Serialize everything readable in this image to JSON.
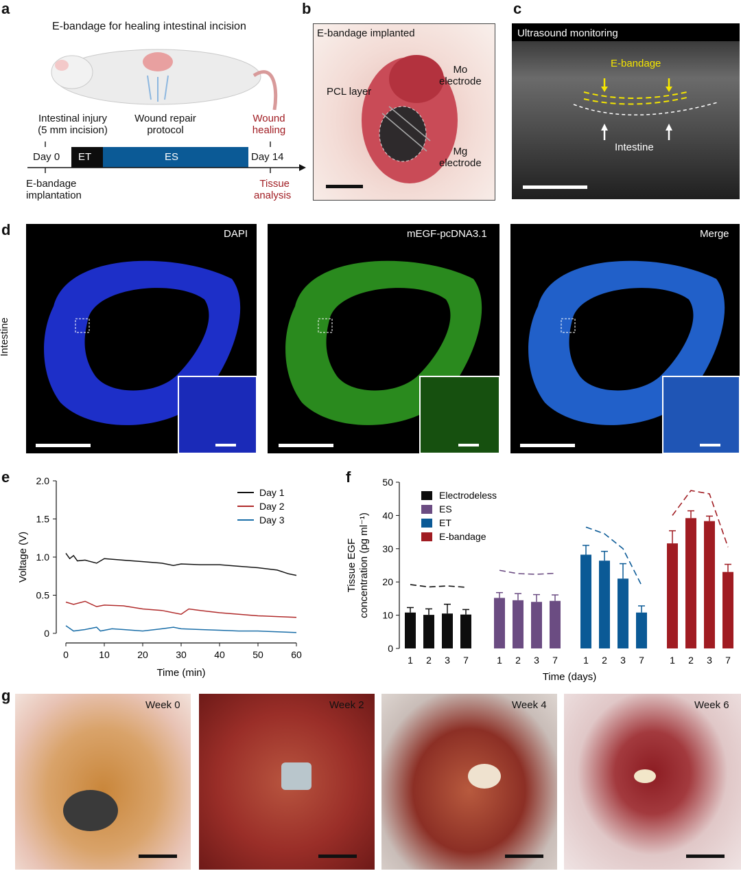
{
  "panels": {
    "a": "a",
    "b": "b",
    "c": "c",
    "d": "d",
    "e": "e",
    "f": "f",
    "g": "g"
  },
  "panel_a": {
    "title": "E-bandage for healing intestinal incision",
    "injury_line1": "Intestinal injury",
    "injury_line2": "(5 mm incision)",
    "repair_line1": "Wound repair",
    "repair_line2": "protocol",
    "healing_line1": "Wound",
    "healing_line2": "healing",
    "day0": "Day 0",
    "et": "ET",
    "es": "ES",
    "day14": "Day 14",
    "implant_line1": "E-bandage",
    "implant_line2": "implantation",
    "tissue_line1": "Tissue",
    "tissue_line2": "analysis",
    "accent_color": "#a01c22",
    "bar_color": "#0b5a96"
  },
  "panel_b": {
    "header": "E-bandage implanted",
    "mo_line1": "Mo",
    "mo_line2": "electrode",
    "pcl": "PCL layer",
    "mg_line1": "Mg",
    "mg_line2": "electrode"
  },
  "panel_c": {
    "header": "Ultrasound monitoring",
    "ebandage": "E-bandage",
    "intestine": "Intestine"
  },
  "panel_d": {
    "row_label": "Intestine",
    "channels": [
      "DAPI",
      "mEGF-pcDNA3.1",
      "Merge"
    ]
  },
  "panel_g": {
    "weeks": [
      "Week 0",
      "Week 2",
      "Week 4",
      "Week 6"
    ]
  },
  "chart_data": [
    {
      "type": "line",
      "panel": "e",
      "xlabel": "Time (min)",
      "ylabel": "Voltage (V)",
      "xlim": [
        0,
        60
      ],
      "ylim": [
        0,
        2.0
      ],
      "xticks": [
        0,
        10,
        20,
        30,
        40,
        50,
        60
      ],
      "yticks": [
        "0",
        "0.5",
        "1.0",
        "1.5",
        "2.0"
      ],
      "legend": "top-right",
      "series": [
        {
          "name": "Day 1",
          "color": "#111111",
          "x": [
            0,
            1,
            2,
            3,
            5,
            8,
            10,
            15,
            20,
            25,
            28,
            30,
            35,
            40,
            45,
            50,
            55,
            58,
            60
          ],
          "y": [
            1.05,
            0.98,
            1.02,
            0.95,
            0.96,
            0.92,
            0.98,
            0.96,
            0.94,
            0.92,
            0.89,
            0.91,
            0.9,
            0.9,
            0.88,
            0.86,
            0.83,
            0.78,
            0.76
          ]
        },
        {
          "name": "Day 2",
          "color": "#b02a2a",
          "x": [
            0,
            2,
            5,
            8,
            10,
            15,
            20,
            25,
            30,
            32,
            35,
            40,
            45,
            50,
            55,
            60
          ],
          "y": [
            0.41,
            0.38,
            0.42,
            0.35,
            0.37,
            0.36,
            0.32,
            0.3,
            0.25,
            0.32,
            0.3,
            0.27,
            0.25,
            0.23,
            0.22,
            0.21
          ]
        },
        {
          "name": "Day 3",
          "color": "#1a6ea8",
          "x": [
            0,
            2,
            5,
            8,
            9,
            12,
            15,
            20,
            25,
            28,
            30,
            35,
            40,
            45,
            50,
            55,
            60
          ],
          "y": [
            0.1,
            0.03,
            0.05,
            0.08,
            0.03,
            0.06,
            0.05,
            0.03,
            0.06,
            0.08,
            0.06,
            0.05,
            0.04,
            0.03,
            0.03,
            0.02,
            0.01
          ]
        }
      ]
    },
    {
      "type": "bar",
      "panel": "f",
      "xlabel": "Time (days)",
      "ylabel_line1": "Tissue EGF",
      "ylabel_line2": "concentration (pg ml⁻¹)",
      "ylim": [
        0,
        50
      ],
      "yticks": [
        0,
        10,
        20,
        30,
        40,
        50
      ],
      "categories": [
        "1",
        "2",
        "3",
        "7"
      ],
      "legend": "top-left",
      "series": [
        {
          "name": "Electrodeless",
          "color": "#0d0d0d",
          "values": [
            10.8,
            10.1,
            10.5,
            10.2
          ],
          "errors": [
            1.5,
            1.8,
            2.8,
            1.5
          ],
          "trend": [
            19.2,
            18.5,
            18.8,
            18.4
          ]
        },
        {
          "name": "ES",
          "color": "#6b4c82",
          "values": [
            15.2,
            14.5,
            14.0,
            14.3
          ],
          "errors": [
            1.6,
            2.0,
            2.2,
            1.8
          ],
          "trend": [
            23.5,
            22.5,
            22.3,
            22.6
          ]
        },
        {
          "name": "ET",
          "color": "#0b5a96",
          "values": [
            28.2,
            26.4,
            21.0,
            10.8
          ],
          "errors": [
            2.8,
            2.8,
            4.5,
            2.0
          ],
          "trend": [
            36.5,
            34.5,
            30.0,
            19.0
          ]
        },
        {
          "name": "E-bandage",
          "color": "#a01c22",
          "values": [
            31.6,
            39.2,
            38.3,
            23.0
          ],
          "errors": [
            3.8,
            2.2,
            1.5,
            2.3
          ],
          "trend": [
            40.0,
            47.5,
            46.5,
            30.5
          ]
        }
      ]
    }
  ]
}
